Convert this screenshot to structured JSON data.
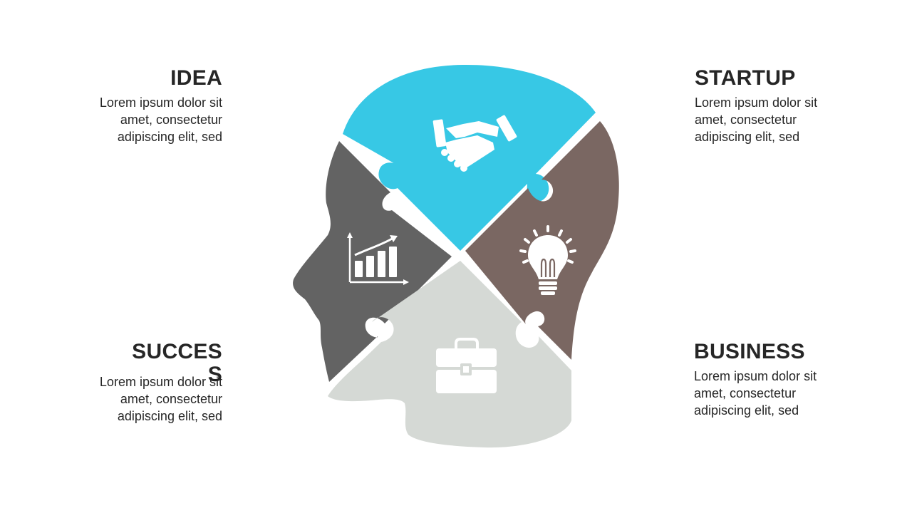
{
  "sections": {
    "idea": {
      "title": "IDEA",
      "text": "Lorem ipsum dolor sit amet, consectetur adipiscing elit, sed"
    },
    "startup": {
      "title": "STARTUP",
      "text": "Lorem ipsum dolor sit amet, consectetur adipiscing elit, sed"
    },
    "success": {
      "title": "SUCCESS",
      "text": "Lorem ipsum dolor sit amet, consectetur adipiscing elit, sed"
    },
    "business": {
      "title": "BUSINESS",
      "text": "Lorem ipsum dolor sit amet, consectetur adipiscing elit, sed"
    }
  },
  "colors": {
    "top": "#37c8e5",
    "left": "#636363",
    "right": "#7a6762",
    "bottom": "#d5d9d5",
    "text": "#262626"
  },
  "icons": {
    "top": "handshake-icon",
    "left": "growth-chart-icon",
    "right": "lightbulb-icon",
    "bottom": "briefcase-icon"
  }
}
